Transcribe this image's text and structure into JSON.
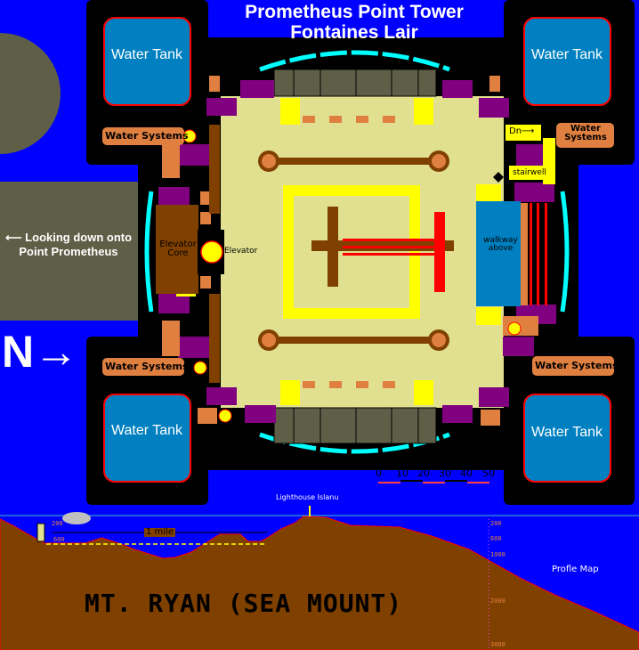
{
  "title": {
    "line1": "Prometheus Point Tower",
    "line2": "Fontaines  Lair"
  },
  "tanks": {
    "top_left": "Water Tank",
    "top_right": "Water Tank",
    "bottom_left": "Water Tank",
    "bottom_right": "Water Tank"
  },
  "water_systems": {
    "top_left": "Water Systems",
    "top_right": "Water Systems",
    "bottom_left": "Water Systems",
    "bottom_right": "Water Systems"
  },
  "labels": {
    "looking": "⟵ Looking down onto Point Prometheus",
    "north": "N→",
    "elevator_core": "Elevator Core",
    "elevator": "Elevator",
    "down": "Dn⟶",
    "stairwell": "stairwell",
    "walkway": "walkway above"
  },
  "scale_bar": {
    "ticks": [
      "0",
      "10",
      "20",
      "30",
      "40",
      "50"
    ]
  },
  "profile": {
    "lighthouse": "Lighthouse Islanu",
    "distance": "1 mile",
    "left_depths": [
      "200",
      "600"
    ],
    "right_depths": [
      "200",
      "600",
      "1000",
      "2000",
      "3000"
    ],
    "profile_label": "Profle Map",
    "mountain": "MT. RYAN (SEA MOUNT)"
  },
  "colors": {
    "sea": "#0000ff",
    "tank": "#0080c0",
    "floor": "#e0e090",
    "terrain": "#804000",
    "accent": "#ffff00",
    "purple": "#800080"
  }
}
